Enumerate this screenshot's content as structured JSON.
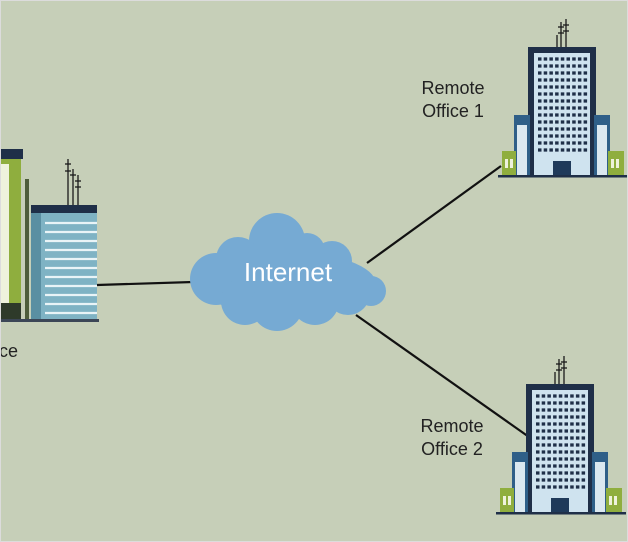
{
  "diagram": {
    "cloud": {
      "label": "Internet",
      "color": "#76aad3"
    },
    "nodes": [
      {
        "id": "main-office",
        "label_line1": "",
        "label_line2": "ce"
      },
      {
        "id": "remote-office-1",
        "label_line1": "Remote",
        "label_line2": "Office 1"
      },
      {
        "id": "remote-office-2",
        "label_line1": "Remote",
        "label_line2": "Office 2"
      }
    ],
    "links": [
      {
        "from": "main-office",
        "to": "internet"
      },
      {
        "from": "internet",
        "to": "remote-office-1"
      },
      {
        "from": "internet",
        "to": "remote-office-2"
      }
    ],
    "colors": {
      "background": "#c6cfb8",
      "building_dark": "#1f2f48",
      "building_glass": "#cfe3ef",
      "building_side": "#2f5f88",
      "building_green": "#8fae3e",
      "main_glass": "#7fb3c4"
    }
  }
}
